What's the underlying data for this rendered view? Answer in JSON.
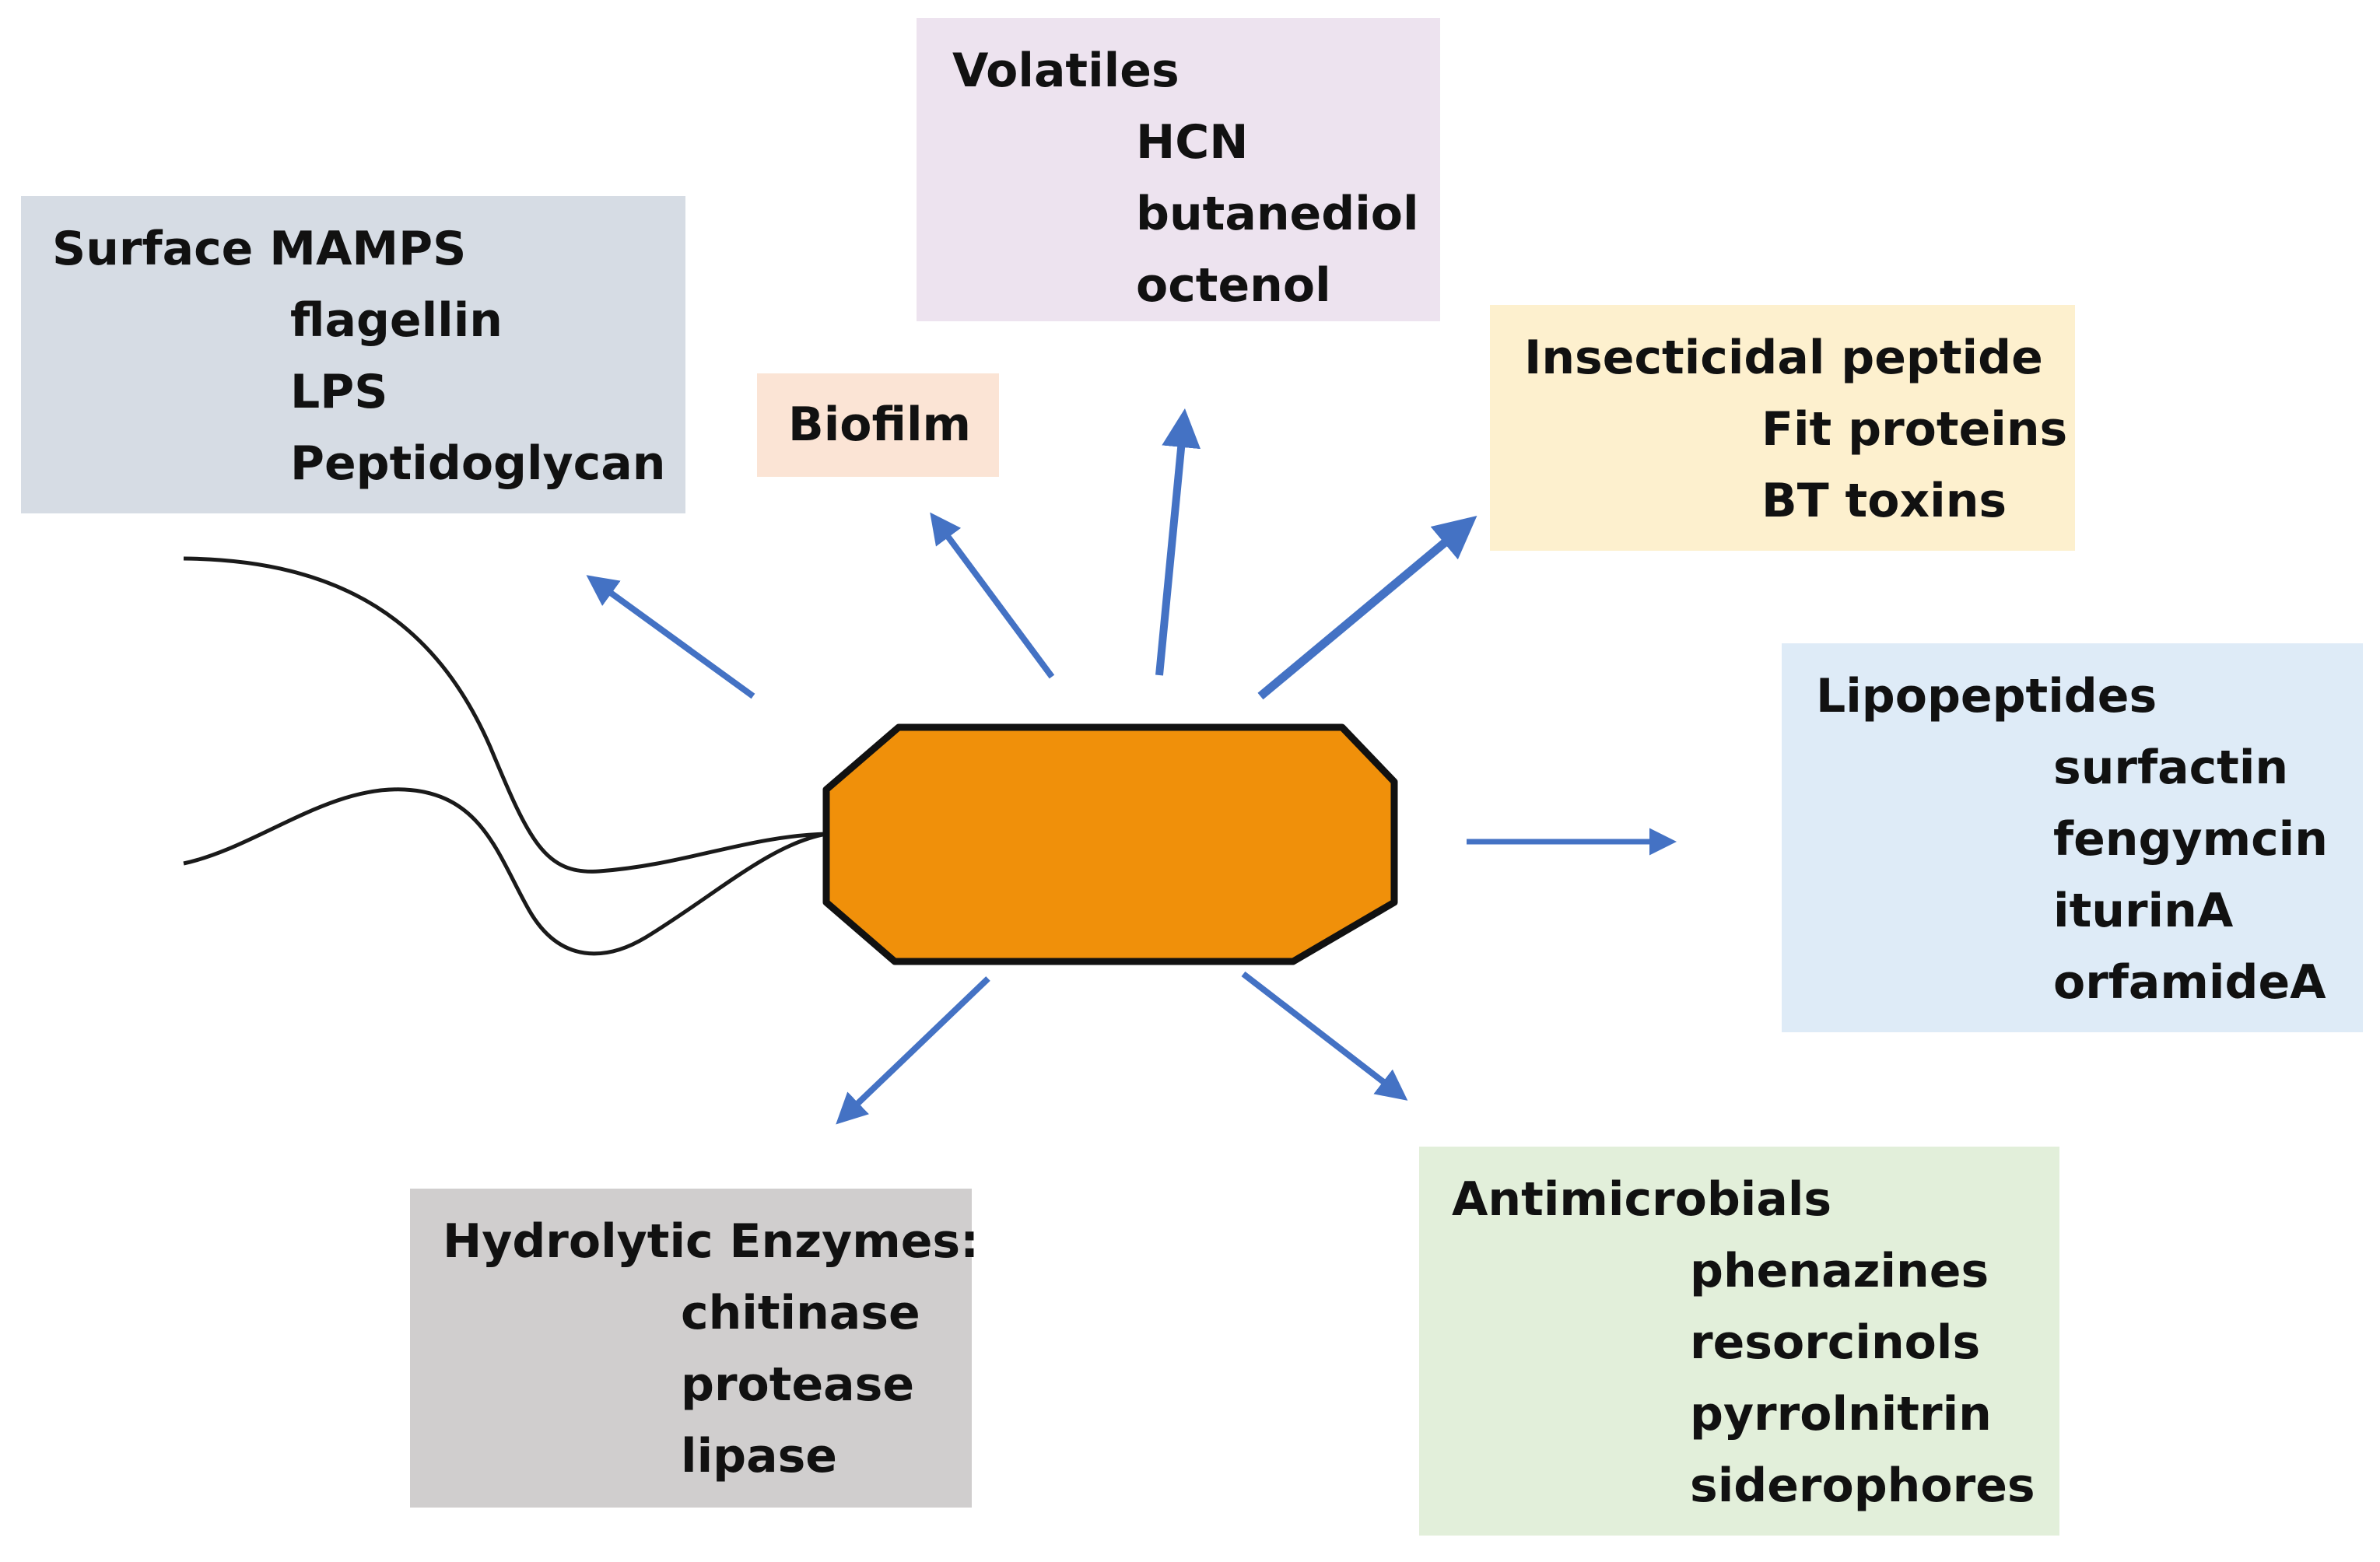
{
  "colors": {
    "arrow": "#4472c4",
    "cell_fill": "#f0900a",
    "cell_stroke": "#111111",
    "flagella": "#1a1a1a"
  },
  "boxes": {
    "surface": {
      "title": "Surface MAMPS",
      "items": [
        "flagellin",
        "LPS",
        "Peptidoglycan"
      ],
      "color": "#d6dce4"
    },
    "biofilm": {
      "title": "Biofilm",
      "color": "#fbe4d5"
    },
    "volatiles": {
      "title": "Volatiles",
      "items": [
        "HCN",
        "butanediol",
        "octenol"
      ],
      "color": "#ede3ef"
    },
    "insecticidal": {
      "title": "Insecticidal peptide",
      "items": [
        "Fit proteins",
        "BT toxins"
      ],
      "color": "#fdf0ce"
    },
    "lipopeptides": {
      "title": "Lipopeptides",
      "items": [
        "surfactin",
        "fengymcin",
        "iturinA",
        "orfamideA"
      ],
      "color": "#deebf7"
    },
    "antimicrobials": {
      "title": "Antimicrobials",
      "items": [
        "phenazines",
        "resorcinols",
        "pyrrolnitrin",
        "siderophores"
      ],
      "color": "#e2efda"
    },
    "hydrolytic": {
      "title": "Hydrolytic Enzymes:",
      "items": [
        "chitinase",
        "protease",
        "lipase"
      ],
      "color": "#d0cece"
    }
  }
}
